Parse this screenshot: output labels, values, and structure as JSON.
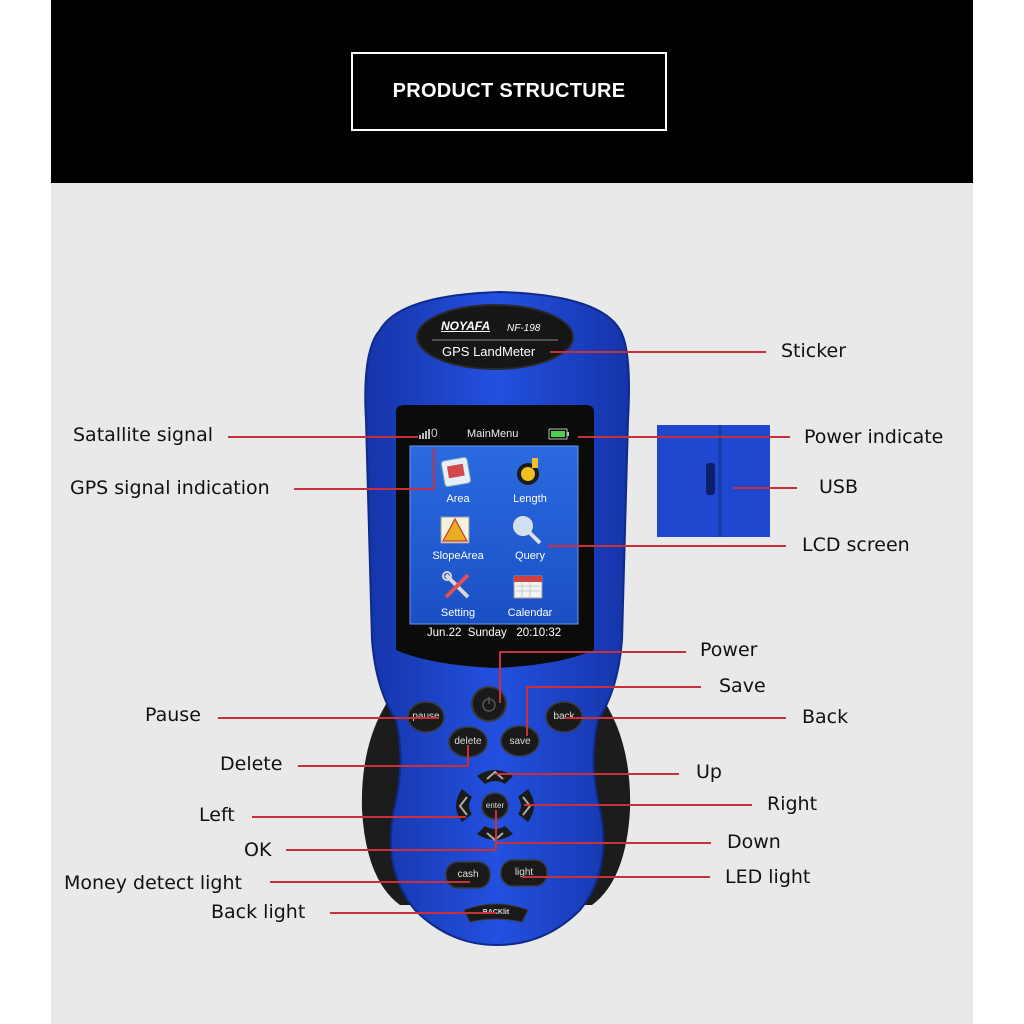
{
  "header": {
    "title": "PRODUCT STRUCTURE"
  },
  "device": {
    "brand": "NOYAFA",
    "model": "NF-198",
    "product": "GPS LandMeter",
    "screen": {
      "signal_count": "0",
      "menu_title": "MainMenu",
      "status_line": "Jun.22  Sunday   20:10:32",
      "menu_items": [
        "Area",
        "Length",
        "SlopeArea",
        "Query",
        "Setting",
        "Calendar"
      ]
    },
    "buttons": {
      "pause": "pause",
      "delete": "delete",
      "save": "save",
      "back": "back",
      "enter": "enter",
      "cash": "cash",
      "light": "light",
      "backlight": "BACKlit"
    }
  },
  "labels": {
    "sticker": "Sticker",
    "satellite_signal": "Satallite signal",
    "power_indicate": "Power indicate",
    "gps_signal": "GPS signal indication",
    "usb": "USB",
    "lcd_screen": "LCD screen",
    "power": "Power",
    "save": "Save",
    "pause": "Pause",
    "back": "Back",
    "delete": "Delete",
    "up": "Up",
    "left": "Left",
    "right": "Right",
    "down": "Down",
    "ok": "OK",
    "money_detect_light": "Money detect light",
    "led_light": "LED light",
    "back_light": "Back light"
  },
  "colors": {
    "device_blue": "#1d43c8",
    "grip_black": "#1c1c1c",
    "callout_red": "#c8303a",
    "screen_blue": "#1f5fd6"
  }
}
